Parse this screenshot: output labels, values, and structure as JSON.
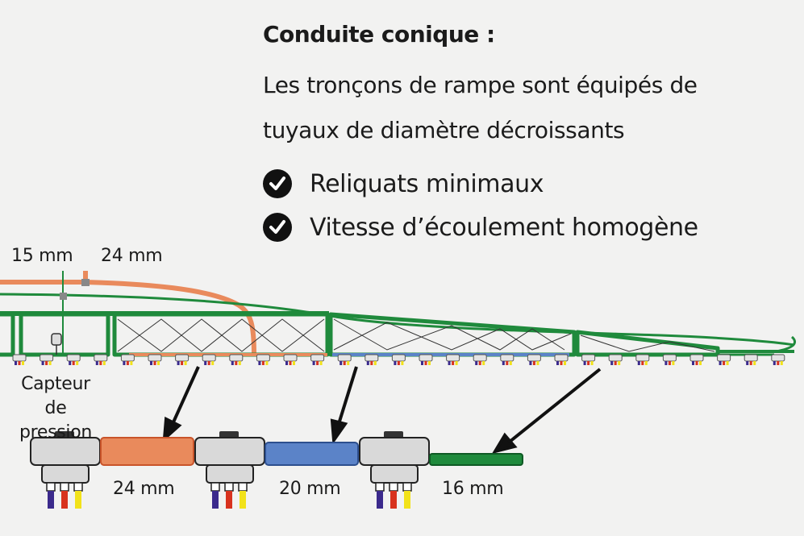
{
  "heading": {
    "title": "Conduite conique :",
    "description": "Les tronçons de rampe sont équipés de tuyaux de diamètre décroissants"
  },
  "benefits": [
    {
      "label": "Reliquats minimaux"
    },
    {
      "label": "Vitesse d’écoulement homogène"
    }
  ],
  "boom_labels": {
    "pipe_small": "15 mm",
    "pipe_large": "24 mm",
    "sensor": "Capteur de pression"
  },
  "sections": [
    {
      "diameter": "24 mm",
      "color": "#e98a5c"
    },
    {
      "diameter": "20 mm",
      "color": "#5b83c8"
    },
    {
      "diameter": "16 mm",
      "color": "#1f8a3c"
    }
  ],
  "colors": {
    "frame_green": "#1f8a3c",
    "pipe_orange": "#e98a5c",
    "pipe_blue": "#5b83c8",
    "nozzle_purple": "#3b2a8c",
    "nozzle_red": "#d8321e",
    "nozzle_yellow": "#f2e21a"
  }
}
